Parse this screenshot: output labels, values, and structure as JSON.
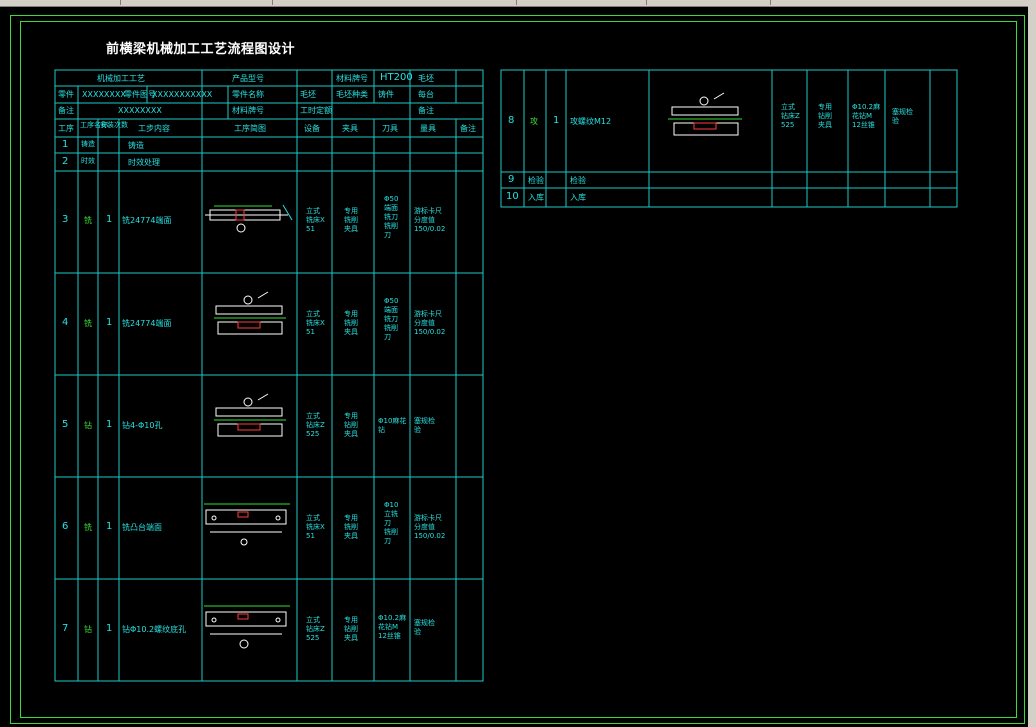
{
  "drawing_title": "前横梁机械加工工艺流程图设计",
  "header": {
    "r1": {
      "a": "机械加工工艺",
      "b": "产品型号",
      "c": "材料牌号",
      "d": "HT200",
      "e": "毛坯"
    },
    "r2": {
      "a": "零件",
      "b": "XXXXXXXX",
      "c": "零件图号",
      "d": "XXXXXXXXXXX",
      "e": "零件名称",
      "f": "毛坯",
      "g": "毛坯种类",
      "h": "铸件",
      "i": "每台"
    },
    "r3": {
      "a": "备注",
      "b": "XXXXXXXX",
      "c": "材料牌号",
      "d": "工时定额",
      "e": "备注"
    },
    "r4": [
      "工序",
      "工序名称",
      "安装次数",
      "工步内容",
      "工序简图",
      "设备",
      "夹具",
      "刀具",
      "量具",
      "备注"
    ]
  },
  "rows": [
    {
      "no": "1",
      "op": "铸造",
      "qty": "",
      "content": "铸造",
      "equip": "",
      "fixture": "",
      "tool": "",
      "gauge": ""
    },
    {
      "no": "2",
      "op": "时效",
      "qty": "",
      "content": "时效处理",
      "equip": "",
      "fixture": "",
      "tool": "",
      "gauge": ""
    },
    {
      "no": "3",
      "op": "铣",
      "qty": "1",
      "content": "铣24774端面",
      "equip": "立式\n铣床X\n51",
      "fixture": "专用\n铣削\n夹具",
      "tool": "Φ50\n端面\n铣刀\n铣削\n刀",
      "gauge": "游标卡尺\n分度值\n150/0.02"
    },
    {
      "no": "4",
      "op": "铣",
      "qty": "1",
      "content": "铣24774端面",
      "equip": "立式\n铣床X\n51",
      "fixture": "专用\n铣削\n夹具",
      "tool": "Φ50\n端面\n铣刀\n铣削\n刀",
      "gauge": "游标卡尺\n分度值\n150/0.02"
    },
    {
      "no": "5",
      "op": "钻",
      "qty": "1",
      "content": "钻4-Φ10孔",
      "equip": "立式\n钻床Z\n525",
      "fixture": "专用\n钻削\n夹具",
      "tool": "Φ10麻花\n钻",
      "gauge": "塞规检\n验"
    },
    {
      "no": "6",
      "op": "铣",
      "qty": "1",
      "content": "铣凸台端面",
      "equip": "立式\n铣床X\n51",
      "fixture": "专用\n铣削\n夹具",
      "tool": "Φ10\n立铣\n刀\n铣削\n刀",
      "gauge": "游标卡尺\n分度值\n150/0.02"
    },
    {
      "no": "7",
      "op": "钻",
      "qty": "1",
      "content": "钻Φ10.2螺纹底孔",
      "equip": "立式\n钻床Z\n525",
      "fixture": "专用\n钻削\n夹具",
      "tool": "Φ10.2麻\n花钻M\n12丝锥",
      "gauge": "塞规检\n验"
    }
  ],
  "right_rows": [
    {
      "no": "8",
      "op": "攻",
      "qty": "1",
      "content": "攻螺纹M12",
      "equip": "立式\n钻床Z\n525",
      "fixture": "专用\n钻削\n夹具",
      "tool": "Φ10.2麻\n花钻M\n12丝锥",
      "gauge": "塞规检\n验"
    },
    {
      "no": "9",
      "op": "检验",
      "qty": "",
      "content": "检验",
      "equip": "",
      "fixture": "",
      "tool": "",
      "gauge": ""
    },
    {
      "no": "10",
      "op": "入库",
      "qty": "",
      "content": "入库",
      "equip": "",
      "fixture": "",
      "tool": "",
      "gauge": ""
    }
  ],
  "colors": {
    "line": "#1ec8c8",
    "border": "#3bd93b",
    "text": "#ffffff",
    "green": "#38e038"
  }
}
